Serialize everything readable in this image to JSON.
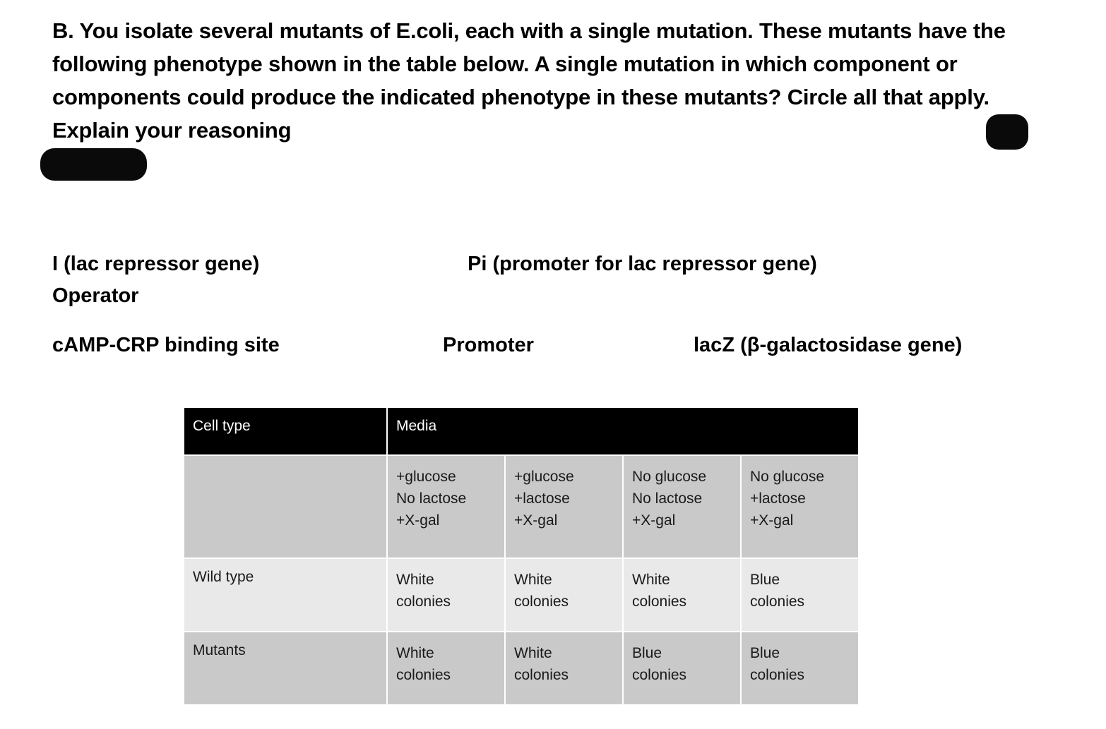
{
  "question": {
    "text": "B.  You isolate several mutants of E.coli, each with a single mutation. These mutants have the following phenotype shown in the table below. A single mutation in which component or components could produce the indicated phenotype in these mutants? Circle all that apply. Explain your reasoning"
  },
  "components": {
    "repressor_gene": "I (lac repressor gene)",
    "repressor_promoter": "Pi   (promoter for lac repressor gene)",
    "operator": "Operator",
    "camp_crp_site": "cAMP-CRP binding site",
    "promoter": "Promoter",
    "lacz": "lacZ (β-galactosidase gene)"
  },
  "table": {
    "header": {
      "cell_type": "Cell type",
      "media": "Media"
    },
    "media_conditions": [
      {
        "line1": "+glucose",
        "line2": "No lactose",
        "line3": "+X-gal"
      },
      {
        "line1": "+glucose",
        "line2": "+lactose",
        "line3": "+X-gal"
      },
      {
        "line1": "No glucose",
        "line2": "No lactose",
        "line3": "+X-gal"
      },
      {
        "line1": "No glucose",
        "line2": "+lactose",
        "line3": "+X-gal"
      }
    ],
    "rows": [
      {
        "label": "Wild type",
        "results": [
          {
            "color": "White",
            "unit": "colonies"
          },
          {
            "color": "White",
            "unit": "colonies"
          },
          {
            "color": "White",
            "unit": "colonies"
          },
          {
            "color": "Blue",
            "unit": "colonies"
          }
        ]
      },
      {
        "label": "Mutants",
        "results": [
          {
            "color": "White",
            "unit": "colonies"
          },
          {
            "color": "White",
            "unit": "colonies"
          },
          {
            "color": "Blue",
            "unit": "colonies"
          },
          {
            "color": "Blue",
            "unit": "colonies"
          }
        ]
      }
    ]
  },
  "redactions": [
    {
      "name": "redaction-blob-right"
    },
    {
      "name": "redaction-blob-left"
    }
  ],
  "colors": {
    "header_background": "#000000",
    "header_text": "#ffffff",
    "media_row_background": "#c9c9c9",
    "wildtype_row_background": "#e9e9e9",
    "mutants_row_background": "#c9c9c9",
    "redaction": "#0a0a0a",
    "page_background": "#ffffff"
  }
}
